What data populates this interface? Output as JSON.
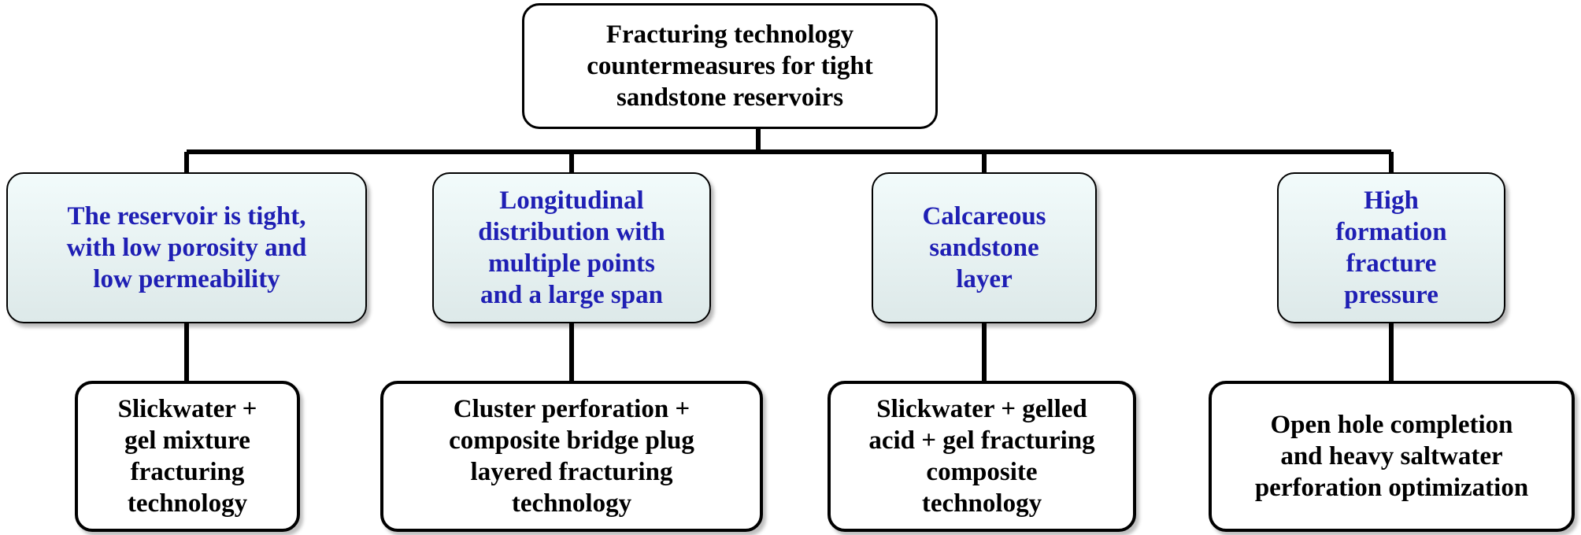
{
  "root": {
    "lines": [
      "Fracturing technology",
      "countermeasures for tight",
      "sandstone reservoirs"
    ]
  },
  "categories": [
    {
      "lines": [
        "The reservoir is tight,",
        "with low porosity and",
        "low permeability"
      ]
    },
    {
      "lines": [
        "Longitudinal",
        "distribution with",
        "multiple points",
        "and a large span"
      ]
    },
    {
      "lines": [
        "Calcareous",
        "sandstone",
        "layer"
      ]
    },
    {
      "lines": [
        "High",
        "formation",
        "fracture",
        "pressure"
      ]
    }
  ],
  "solutions": [
    {
      "lines": [
        "Slickwater +",
        "gel mixture",
        "fracturing",
        "technology"
      ]
    },
    {
      "lines": [
        "Cluster perforation +",
        "composite bridge plug",
        "layered fracturing",
        "technology"
      ]
    },
    {
      "lines": [
        "Slickwater + gelled",
        "acid + gel fracturing",
        "composite",
        "technology"
      ]
    },
    {
      "lines": [
        "Open hole completion",
        "and heavy saltwater",
        "perforation optimization"
      ]
    }
  ],
  "colors": {
    "category_text": "#1f1fb4",
    "category_fill_top": "#f2fbfb",
    "category_fill_bottom": "#dde9e9",
    "outline": "#000000"
  }
}
